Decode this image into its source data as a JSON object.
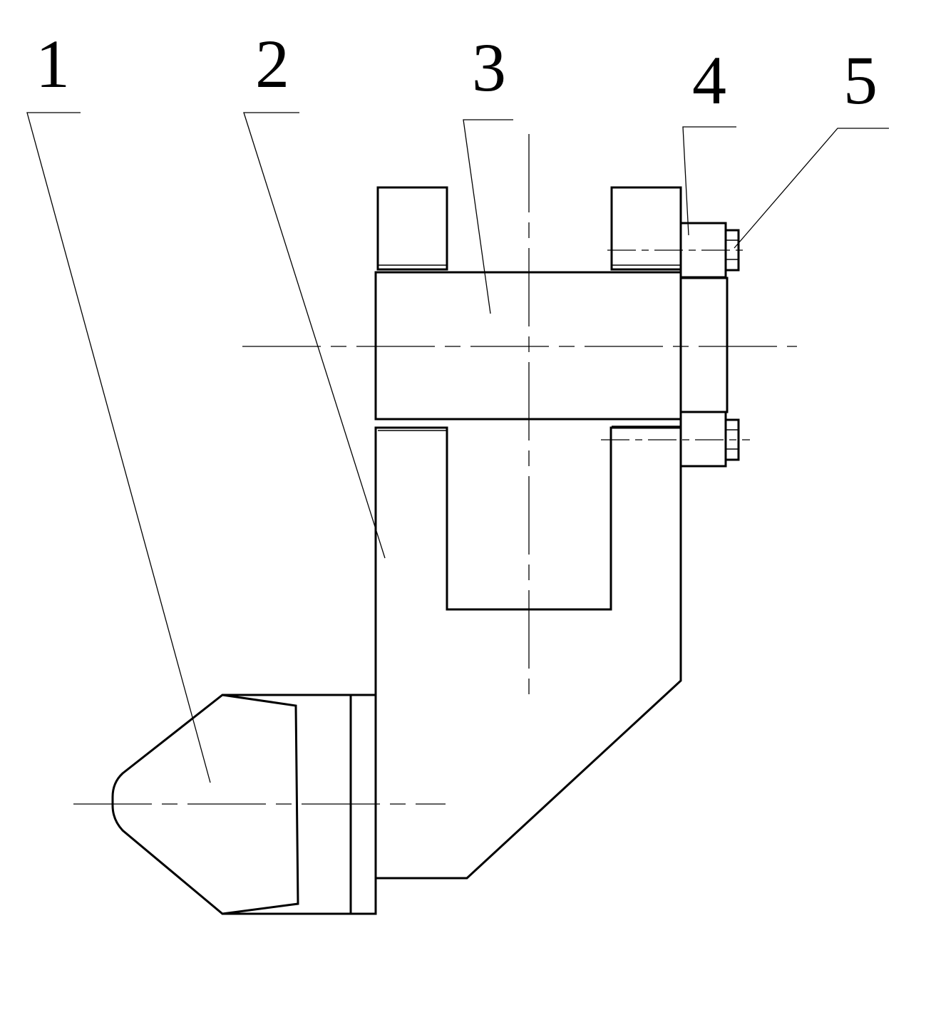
{
  "part_labels": [
    {
      "id": "cutter-pick",
      "text": "1"
    },
    {
      "id": "pick-holder",
      "text": "2"
    },
    {
      "id": "pin-shaft",
      "text": "3"
    },
    {
      "id": "retaining-plate",
      "text": "4"
    },
    {
      "id": "fastening-bolt",
      "text": "5"
    }
  ],
  "colors": {
    "line": "#000000",
    "background": "#ffffff"
  }
}
